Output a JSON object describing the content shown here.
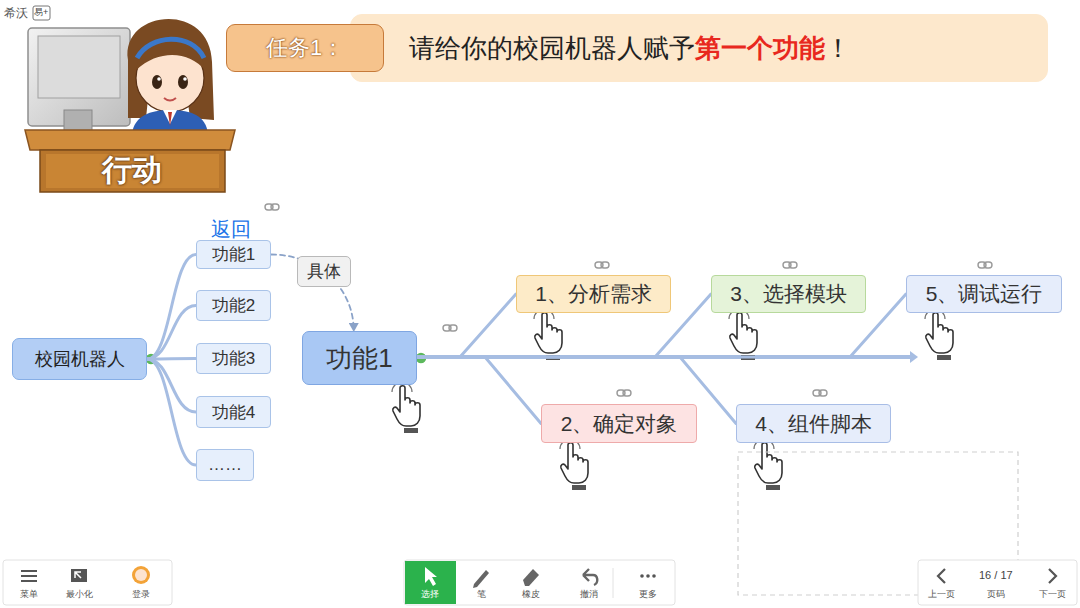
{
  "diagram": {
    "nodes": [
      {
        "text": [
          "任务1："
        ]
      },
      {
        "text": [
          "请给你的校园机器人赋予",
          "第一个功能",
          "！"
        ]
      },
      {
        "text": [
          "校园机器人"
        ]
      },
      {
        "text": [
          "返回",
          "功能1"
        ]
      },
      {
        "text": [
          "功能2"
        ]
      },
      {
        "text": [
          "功能3"
        ]
      },
      {
        "text": [
          "功能4"
        ]
      },
      {
        "text": [
          "……"
        ]
      },
      {
        "text": [
          "功能1"
        ]
      },
      {
        "text": [
          "1、分析需求"
        ]
      },
      {
        "text": [
          "2、确定对象"
        ]
      },
      {
        "text": [
          "3、选择模块"
        ]
      },
      {
        "text": [
          "4、组件脚本"
        ]
      },
      {
        "text": [
          "5、调试运行"
        ]
      }
    ],
    "edges": [
      {
        "from": 2,
        "to": 3,
        "arrow": "none"
      },
      {
        "from": 2,
        "to": 4,
        "arrow": "none"
      },
      {
        "from": 2,
        "to": 5,
        "arrow": "none"
      },
      {
        "from": 2,
        "to": 6,
        "arrow": "none"
      },
      {
        "from": 2,
        "to": 7,
        "arrow": "none"
      },
      {
        "from": 3,
        "to": 8,
        "label": "具体",
        "arrow": "to"
      },
      {
        "from": 8,
        "to": 9,
        "arrow": "none"
      },
      {
        "from": 8,
        "to": 10,
        "arrow": "none"
      },
      {
        "from": 8,
        "to": 11,
        "arrow": "none"
      },
      {
        "from": 8,
        "to": 12,
        "arrow": "none"
      },
      {
        "from": 8,
        "to": 13,
        "arrow": "none"
      }
    ],
    "labels": [
      "希沃",
      "易+",
      "行动",
      "菜单",
      "最小化",
      "登录",
      "选择",
      "笔",
      "橡皮",
      "撤消",
      "更多",
      "上一页",
      "16 / 17",
      "页码",
      "下一页"
    ]
  }
}
